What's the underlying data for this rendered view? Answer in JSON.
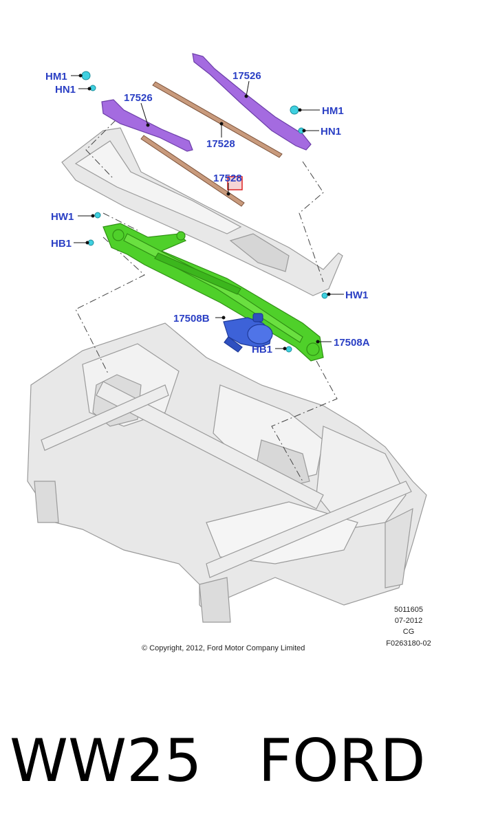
{
  "callouts": {
    "hm1_left": "HM1",
    "hn1_left": "HN1",
    "arm_left": "17526",
    "arm_right": "17526",
    "hm1_right": "HM1",
    "hn1_right": "HN1",
    "blade_upper": "17528",
    "blade_lower": "17528",
    "hw1_left": "HW1",
    "hb1_left": "HB1",
    "hw1_right": "HW1",
    "motor": "17508B",
    "linkage": "17508A",
    "hb1_right": "HB1"
  },
  "meta": {
    "line1": "5011605",
    "line2": "07-2012",
    "line3": "CG",
    "line4": "F0263180-02"
  },
  "copyright": "© Copyright, 2012, Ford Motor Company Limited",
  "caption": {
    "model": "WW25",
    "brand": "FORD"
  },
  "colors": {
    "callout": "#2a3fc4",
    "wiper_arm": "#a46be0",
    "wiper_blade": "#b8866a",
    "linkage": "#4fd02a",
    "motor": "#3d62d8",
    "fastener": "#3fd0e0",
    "body_panel": "#e6e6e6"
  }
}
